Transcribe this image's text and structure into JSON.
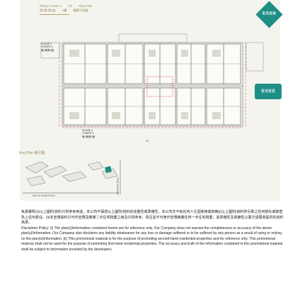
{
  "header": {
    "phase_tower": "Phase 2 Tower 3",
    "phase_tower_zh": "第2期 第3座",
    "floor": "1/F",
    "floor_zh": "1樓",
    "doc_type": "Floor Plan",
    "doc_type_zh": "樓層平面圖"
  },
  "plan": {
    "top_left_label": "PHASE 2\nTOWER 3\n第2期第3座",
    "bottom_label": "PHASE 2\nTOWER 3\n第2期第3座",
    "page_number": "24"
  },
  "key_plan": {
    "title": "Key Plan 索引圖",
    "road_bottom": "MA ON SHAN ROAD",
    "road_right": "TING MA ROAD"
  },
  "logo": {
    "text": "香港置業",
    "color": "#1f8f86"
  },
  "disclaimer": {
    "zh_line": "免責聲明:(i)以上圖則/資料只供參考用途，本公司不保證以上圖則/資料的完整性或準確性，本公司亦不就任何人仕因使用或依賴(i)以上圖則/資料所引致之任何損失或損害負上任何責任。(ii)本宣傳資料只可作宣傳及推廣二手住宅物業之用及只供參考，而且並不可用作宣傳推廣任何一手住宅物業，其準確性及真實性以賣方發展商提供的資料為準。",
    "en_line1": "Disclaimer Policy: (i) The plan(s)/information contained herein are for reference only. Our Company does not warrant the completeness or accuracy of the above plan(s)/information. Our Company also disclaims any liability whatsoever for any loss or damage suffered or to be suffered by any person as a result of using or relying on the plan(s)/information. (ii) This promotional material is for the purpose of promoting second-hand residential properties and for reference only. This promotional material shall not be used for the purpose of promoting first-hand residential properties. The accuracy and truth of the information contained in this promotional material shall be subject to information provided by the developers."
  }
}
